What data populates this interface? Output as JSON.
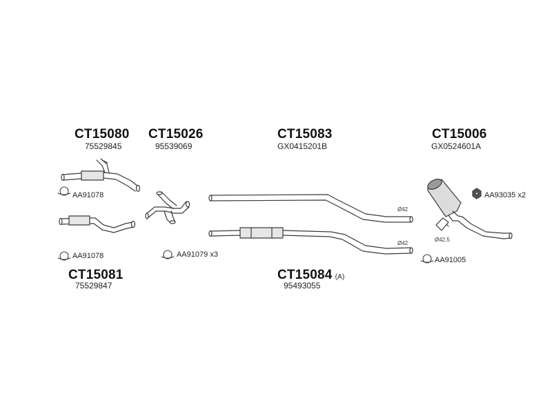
{
  "groups": {
    "g1": {
      "code": "CT15080",
      "ref": "75529845"
    },
    "g2": {
      "code": "CT15026",
      "ref": "95539069"
    },
    "g3": {
      "code": "CT15083",
      "ref": "GX0415201B"
    },
    "g4": {
      "code": "CT15006",
      "ref": "GX0524601A"
    },
    "g5": {
      "code": "CT15081",
      "ref": "75529847"
    },
    "g6": {
      "code": "CT15084",
      "suffix": "(A)",
      "ref": "95493055"
    }
  },
  "accessories": {
    "clamp1": "AA91078",
    "clamp2": "AA91078",
    "clamp3": "AA91079 x3",
    "nut": "AA93035 x2",
    "clamp4": "AA91005"
  },
  "diameters": {
    "pipe_upper": "Ø42",
    "pipe_lower": "Ø42",
    "rear": "Ø42.5"
  },
  "colors": {
    "line": "#3a3a3a",
    "fill": "#e6e6e6",
    "dark_fill": "#9a9a9a"
  }
}
